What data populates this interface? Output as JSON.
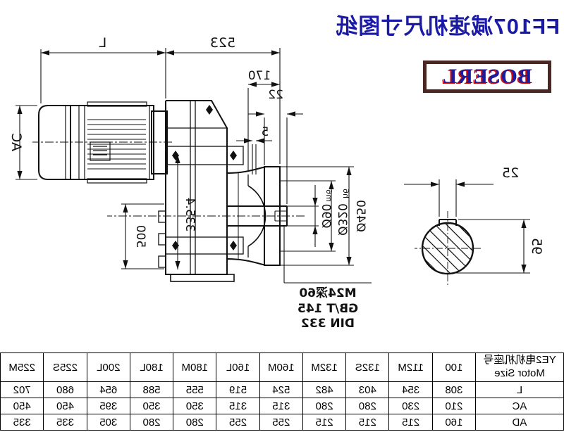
{
  "title": "FF107减速机尺寸图纸",
  "logo": {
    "text": "BOSERL"
  },
  "colors": {
    "title_text": "#1a1aa6",
    "logo_text": "#1c1c9c",
    "logo_shadow": "#cc1111",
    "logo_border": "#4a2723",
    "line_ink": "#111111",
    "background": "#ffffff"
  },
  "drawing": {
    "dims": {
      "motor_length": "L",
      "total_length": "523",
      "face_depth": "170",
      "step": "22",
      "gap": "5",
      "motor_diameter": "AC",
      "center_dim": "335.4",
      "housing_height": "500",
      "flange_dia": "Ø450",
      "spigot_dia": "Ø320",
      "spigot_tol": "h6",
      "shaft_dia": "Ø90",
      "shaft_tol": "m6",
      "key_width": "25",
      "key_height": "95"
    },
    "notes": {
      "tap": "M24深60",
      "std1": "GB/T 145",
      "std2": "DIN 332"
    }
  },
  "table": {
    "header_line1": "YE2电机机座号",
    "header_line2": "Motor Size",
    "columns": [
      "100",
      "112M",
      "132S",
      "132M",
      "160M",
      "160L",
      "180M",
      "180L",
      "200L",
      "225S",
      "225M"
    ],
    "rows": [
      {
        "label": "L",
        "values": [
          "308",
          "354",
          "403",
          "482",
          "524",
          "519",
          "555",
          "588",
          "654",
          "680",
          "702"
        ]
      },
      {
        "label": "AC",
        "values": [
          "210",
          "230",
          "280",
          "280",
          "315",
          "315",
          "350",
          "350",
          "395",
          "450",
          "450"
        ]
      },
      {
        "label": "AD",
        "values": [
          "160",
          "215",
          "215",
          "215",
          "255",
          "255",
          "280",
          "280",
          "305",
          "335",
          "335"
        ]
      }
    ]
  }
}
